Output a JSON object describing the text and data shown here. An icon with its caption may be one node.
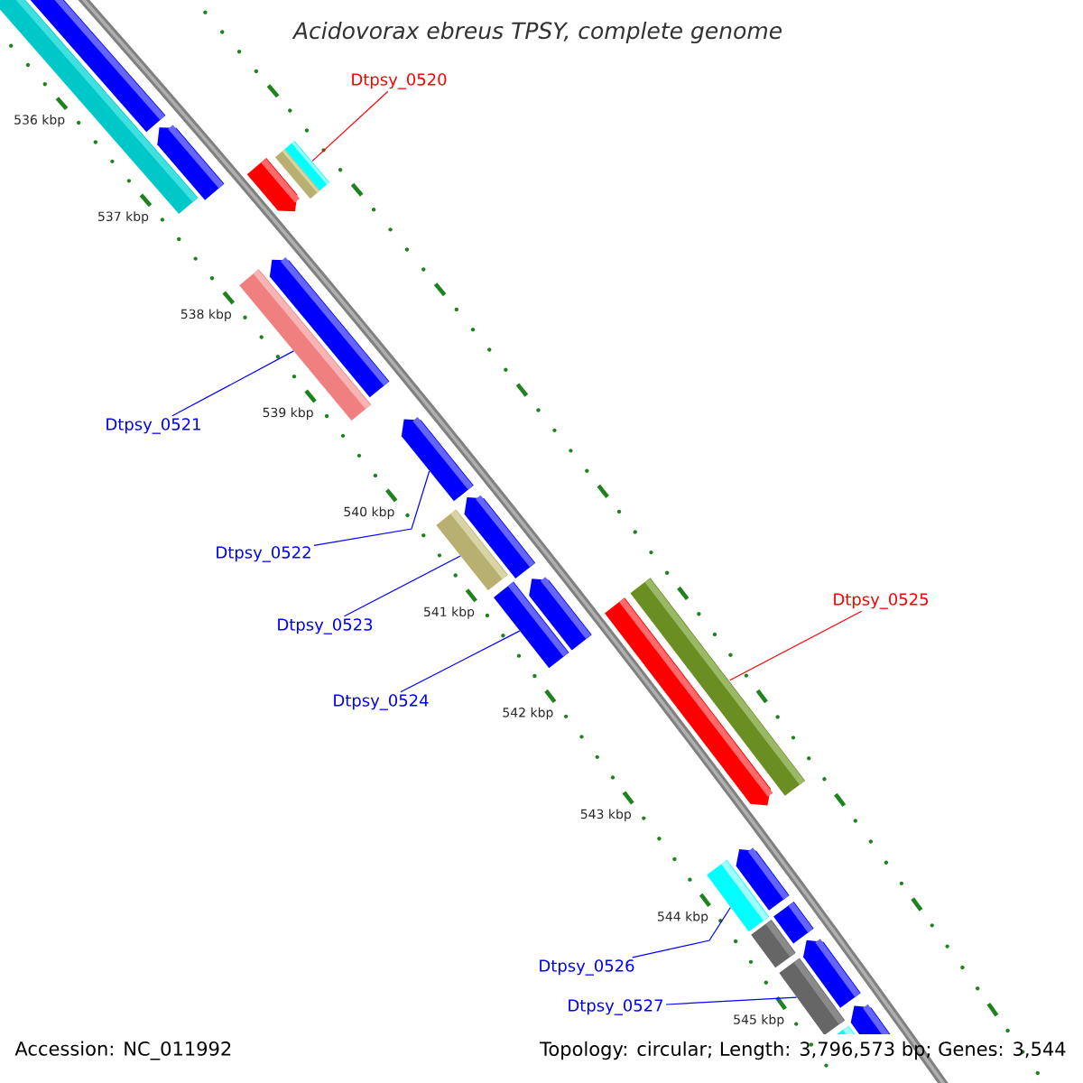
{
  "diagram": {
    "title": "Acidovorax ebreus TPSY, complete genome",
    "nodes": [
      {
        "text": [
          "Dtpsy_0520"
        ]
      },
      {
        "text": [
          "Dtpsy_0521"
        ]
      },
      {
        "text": [
          "Dtpsy_0522"
        ]
      },
      {
        "text": [
          "Dtpsy_0523"
        ]
      },
      {
        "text": [
          "Dtpsy_0524"
        ]
      },
      {
        "text": [
          "Dtpsy_0525"
        ]
      },
      {
        "text": [
          "Dtpsy_0526"
        ]
      },
      {
        "text": [
          "Dtpsy_0527"
        ]
      },
      {
        "text": [],
        "shape": "bar"
      },
      {
        "text": [],
        "shape": "bar"
      },
      {
        "text": [],
        "shape": "bar"
      },
      {
        "text": [],
        "shape": "bar"
      },
      {
        "text": [],
        "shape": "bar"
      },
      {
        "text": [],
        "shape": "bar"
      },
      {
        "text": [],
        "shape": "bar"
      },
      {
        "text": [],
        "shape": "bar"
      },
      {
        "text": [],
        "shape": "bar"
      },
      {
        "text": [],
        "shape": "bar"
      },
      {
        "text": [],
        "shape": "bar"
      },
      {
        "text": [],
        "shape": "bar"
      },
      {
        "text": [],
        "shape": "bar"
      },
      {
        "text": [],
        "shape": "bar"
      },
      {
        "text": [],
        "shape": "bar"
      },
      {
        "text": [],
        "shape": "bar"
      },
      {
        "text": [],
        "shape": "bar"
      },
      {
        "text": [],
        "shape": "bar"
      },
      {
        "text": [],
        "shape": "bar"
      },
      {
        "text": [],
        "shape": "bar"
      },
      {
        "text": [],
        "shape": "bar"
      },
      {
        "text": [],
        "shape": "bar"
      },
      {
        "text": [],
        "shape": "bar"
      }
    ],
    "edges": [
      {
        "from": 0,
        "to": 13,
        "arrow": "none",
        "color": "#ff0000"
      },
      {
        "from": 1,
        "to": 14,
        "arrow": "none"
      },
      {
        "from": 2,
        "to": 16,
        "arrow": "none"
      },
      {
        "from": 3,
        "to": 17,
        "arrow": "none"
      },
      {
        "from": 4,
        "to": 19,
        "arrow": "none"
      },
      {
        "from": 5,
        "to": 22,
        "arrow": "none",
        "color": "#ff0000"
      },
      {
        "from": 6,
        "to": 23,
        "arrow": "none"
      },
      {
        "from": 7,
        "to": 28,
        "arrow": "none"
      }
    ],
    "labels": [
      "536 kbp",
      "537 kbp",
      "538 kbp",
      "539 kbp",
      "540 kbp",
      "541 kbp",
      "542 kbp",
      "543 kbp",
      "544 kbp",
      "545 kbp",
      "Accession: NC_011992",
      "Topology: circular; Length: 3,796,573 bp; Genes: 3,544"
    ]
  }
}
